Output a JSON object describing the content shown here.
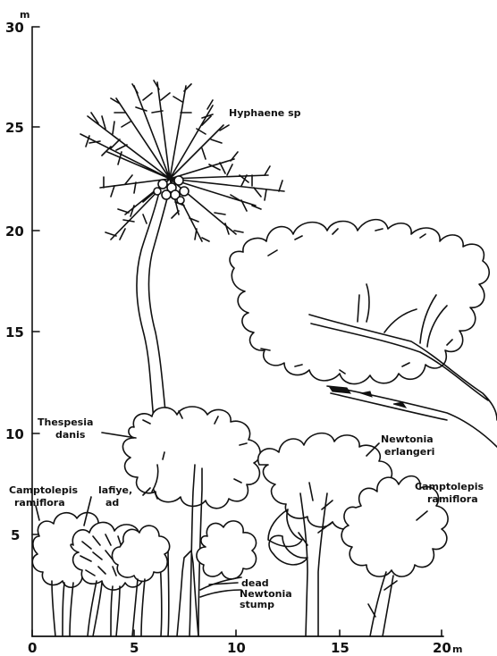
{
  "profile": {
    "y_unit": "m",
    "x_unit": "m",
    "y_ticks": [
      "30",
      "25",
      "20",
      "15",
      "10",
      "5"
    ],
    "x_ticks": [
      "0",
      "5",
      "10",
      "15",
      "20"
    ]
  },
  "labels": {
    "hyphaene": "Hyphaene sp",
    "thespesia_1": "Thespesia",
    "thespesia_2": "danis",
    "newtonia_1": "Newtonia",
    "newtonia_2": "erlangeri",
    "camptolepis_left_1": "Camptolepis",
    "camptolepis_left_2": "ramiflora",
    "lafiye_1": "lafiye,",
    "lafiye_2": "ad",
    "camptolepis_right_1": "Camptolepis",
    "camptolepis_right_2": "ramiflora",
    "stump_1": "dead",
    "stump_2": "Newtonia",
    "stump_3": "stump"
  }
}
